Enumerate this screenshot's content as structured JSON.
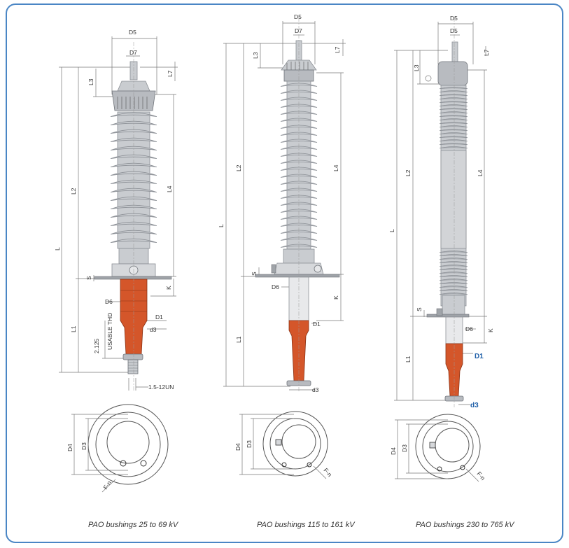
{
  "diagrams": [
    {
      "caption": "PAO bushings 25 to 69 kV",
      "labels": {
        "D5": "D5",
        "D7": "D7",
        "L7": "L7",
        "L3": "L3",
        "L2": "L2",
        "L4": "L4",
        "L": "L",
        "S": "S",
        "K": "K",
        "D6": "D6",
        "D1": "D1",
        "d3": "d3",
        "L1": "L1",
        "thread_dim": "2.125",
        "thread_label": "USABLE THD",
        "thread_spec": "1.5-12UN",
        "D4": "D4",
        "D3": "D3",
        "Fn": "F-n"
      }
    },
    {
      "caption": "PAO bushings 115 to 161 kV",
      "labels": {
        "D5": "D5",
        "D7": "D7",
        "L7": "L7",
        "L3": "L3",
        "L2": "L2",
        "L4": "L4",
        "L": "L",
        "S": "S",
        "K": "K",
        "D6": "D6",
        "D1": "D1",
        "d3": "d3",
        "L1": "L1",
        "D4": "D4",
        "D3": "D3",
        "Fn": "F-n"
      }
    },
    {
      "caption": "PAO bushings 230 to 765 kV",
      "labels": {
        "D5": "D5",
        "D5b": "D5",
        "L7": "L7",
        "L3": "L3",
        "L2": "L2",
        "L4": "L4",
        "L": "L",
        "S": "S",
        "K": "K",
        "D6": "D6",
        "D1": "D1",
        "d3": "d3",
        "L1": "L1",
        "D4": "D4",
        "D3": "D3",
        "Fn": "F-n"
      }
    }
  ],
  "colors": {
    "frame": "#4a86c5",
    "porcelain": "#c9ccd0",
    "porcelain_edge": "#8c9096",
    "condenser": "#d4562a",
    "dimension": "#555555",
    "blue_label": "#1f5fa8"
  }
}
